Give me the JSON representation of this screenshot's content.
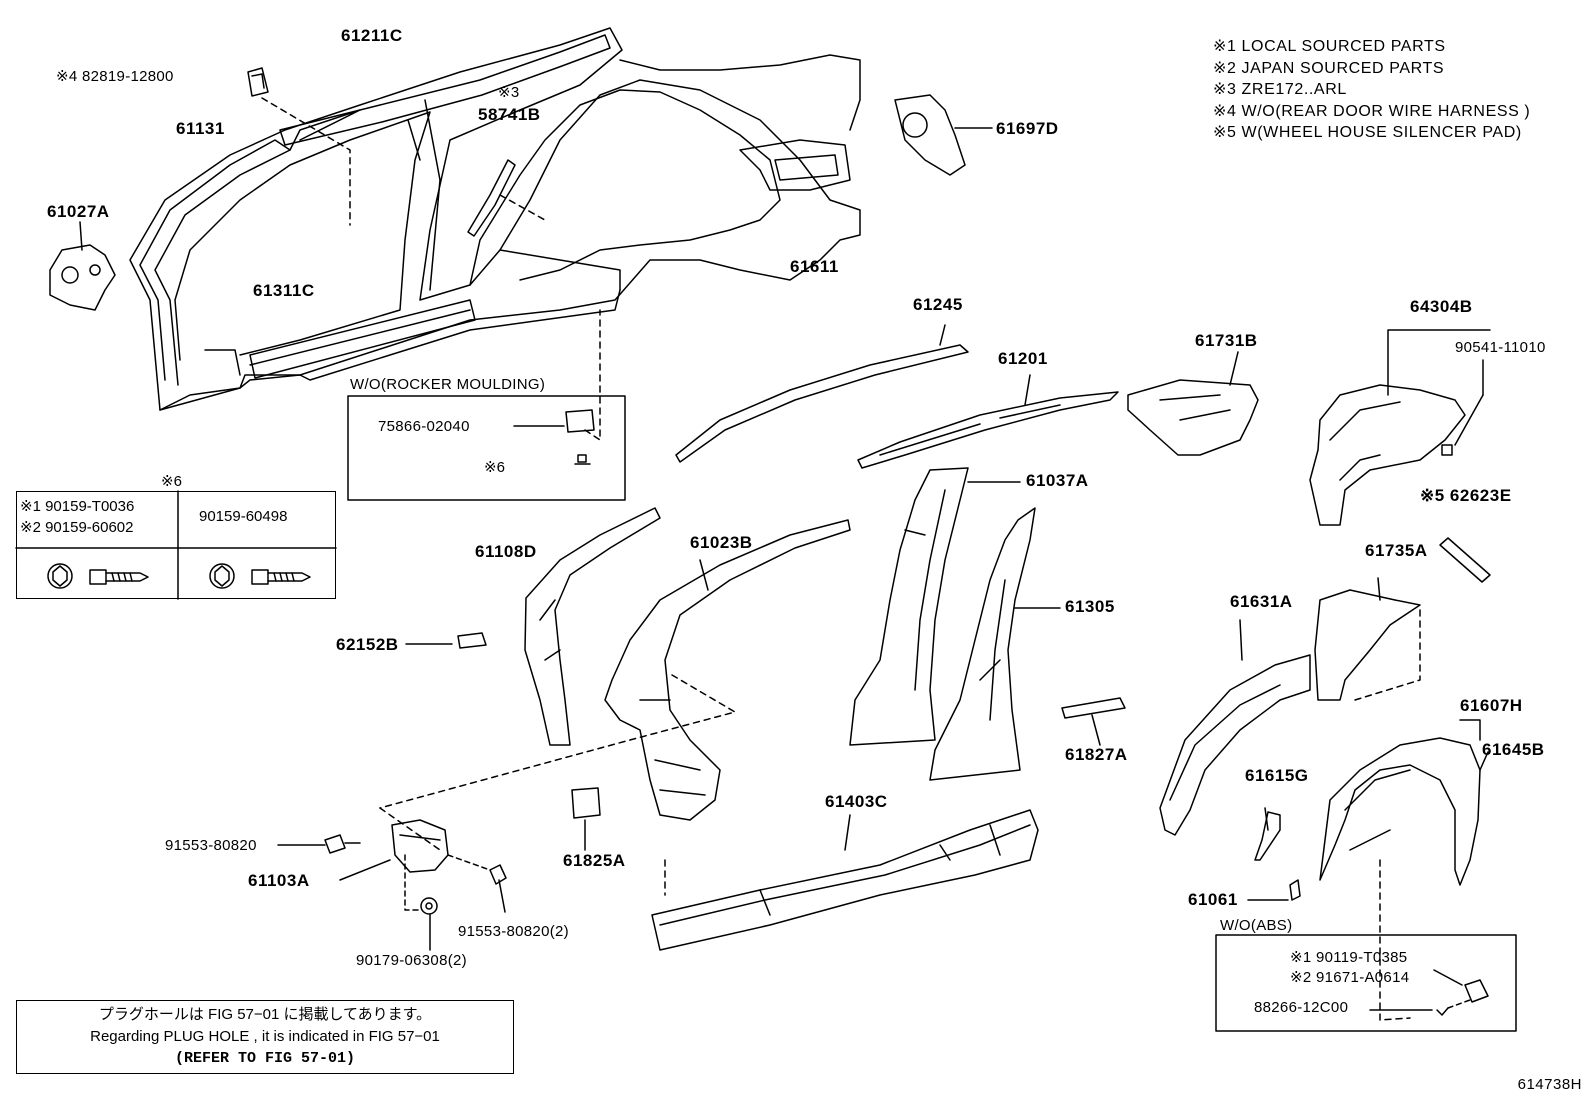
{
  "notes": [
    "※1 LOCAL SOURCED PARTS",
    "※2 JAPAN SOURCED PARTS",
    "※3 ZRE172..ARL",
    "※4 W/O(REAR DOOR  WIRE HARNESS )",
    "※5 W(WHEEL HOUSE SILENCER PAD)"
  ],
  "labels": {
    "p61211C": "61211C",
    "p82819": "※4  82819-12800",
    "p61131": "61131",
    "p58741B_note": "※3",
    "p58741B": "58741B",
    "p61027A": "61027A",
    "p61311C": "61311C",
    "p61611": "61611",
    "p61697D": "61697D",
    "p61245": "61245",
    "p61201": "61201",
    "p61731B": "61731B",
    "p64304B": "64304B",
    "p90541": "90541-11010",
    "p61037A": "61037A",
    "p62623E": "※5  62623E",
    "p61108D": "61108D",
    "p61023B": "61023B",
    "p61305": "61305",
    "p61735A": "61735A",
    "p61631A": "61631A",
    "p62152B": "62152B",
    "p61827A": "61827A",
    "p61607H": "61607H",
    "p61645B": "61645B",
    "p61615G": "61615G",
    "p61825A": "61825A",
    "p61403C": "61403C",
    "p91553a": "91553-80820",
    "p61103A": "61103A",
    "p91553b": "91553-80820(2)",
    "p90179": "90179-06308(2)",
    "p61061": "61061"
  },
  "rocker_box": {
    "title": "W/O(ROCKER MOULDING)",
    "part": "75866-02040",
    "ref": "※6"
  },
  "abs_box": {
    "title": "W/O(ABS)",
    "line1": "※1  90119-T0385",
    "line2": "※2  91671-A0614",
    "line3": "88266-12C00"
  },
  "fastener_table": {
    "caption": "※6",
    "left_1": "※1 90159-T0036",
    "left_2": "※2 90159-60602",
    "right": "90159-60498"
  },
  "plug_note": {
    "line1": "プラグホールは FIG  57−01 に掲載してあります。",
    "line2": "Regarding  PLUG  HOLE , it is indicated in  FIG  57−01",
    "line3": "(REFER TO FIG 57-01)"
  },
  "figure_number": "614738H"
}
